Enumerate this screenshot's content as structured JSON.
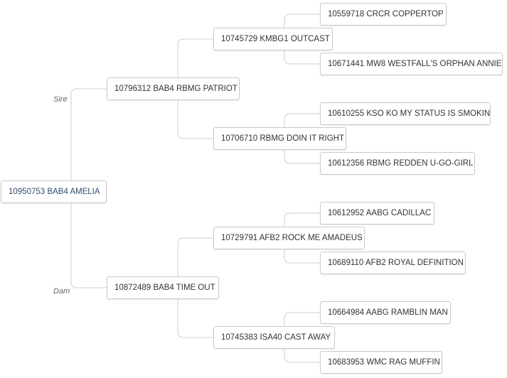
{
  "pedigree": {
    "subject": "10950753 BAB4 AMELIA",
    "sire_label": "Sire",
    "dam_label": "Dam",
    "sire": {
      "name": "10796312 BAB4 RBMG PATRIOT",
      "sire": {
        "name": "10745729 KMBG1 OUTCAST",
        "sire": "10559718 CRCR COPPERTOP",
        "dam": "10671441 MW8 WESTFALL'S ORPHAN ANNIE"
      },
      "dam": {
        "name": "10706710 RBMG DOIN IT RIGHT",
        "sire": "10610255 KSO KO MY STATUS IS SMOKIN",
        "dam": "10612356 RBMG REDDEN U-GO-GIRL"
      }
    },
    "dam": {
      "name": "10872489 BAB4 TIME OUT",
      "sire": {
        "name": "10729791 AFB2 ROCK ME AMADEUS",
        "sire": "10612952 AABG CADILLAC",
        "dam": "10689110 AFB2 ROYAL DEFINITION"
      },
      "dam": {
        "name": "10745383 ISA40 CAST AWAY",
        "sire": "10664984 AABG RAMBLIN MAN",
        "dam": "10683953 WMC RAG MUFFIN"
      }
    }
  }
}
